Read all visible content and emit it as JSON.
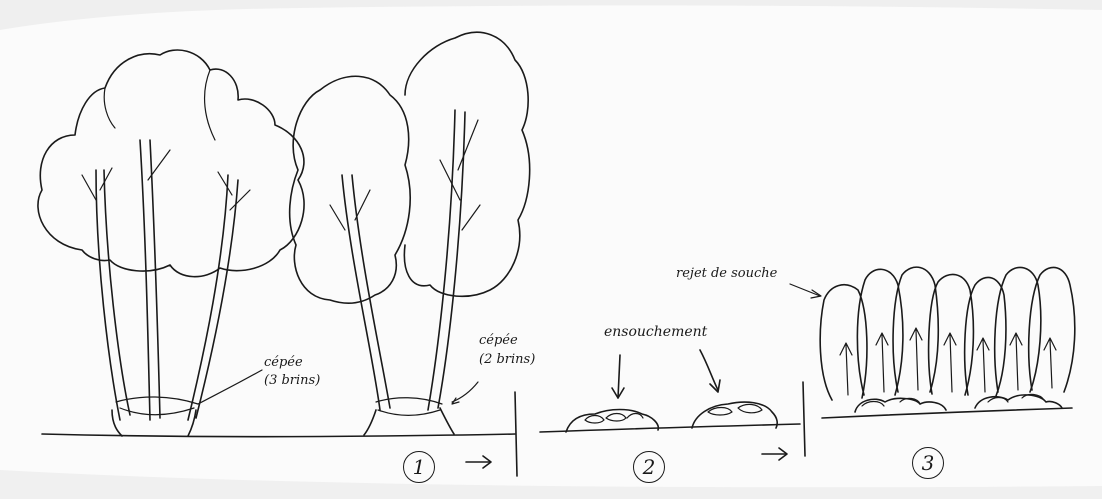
{
  "labels": {
    "cepee_3": {
      "line1": "cépée",
      "line2": "(3 brins)"
    },
    "cepee_2": {
      "line1": "cépée",
      "line2": "(2 brins)"
    },
    "ensouchement": "ensouchement",
    "rejet_de_souche": "rejet de souche"
  },
  "stages": [
    {
      "number": "1"
    },
    {
      "number": "2"
    },
    {
      "number": "3"
    }
  ],
  "colors": {
    "ink": "#1a1a1a",
    "paper": "#fbfbfb"
  }
}
